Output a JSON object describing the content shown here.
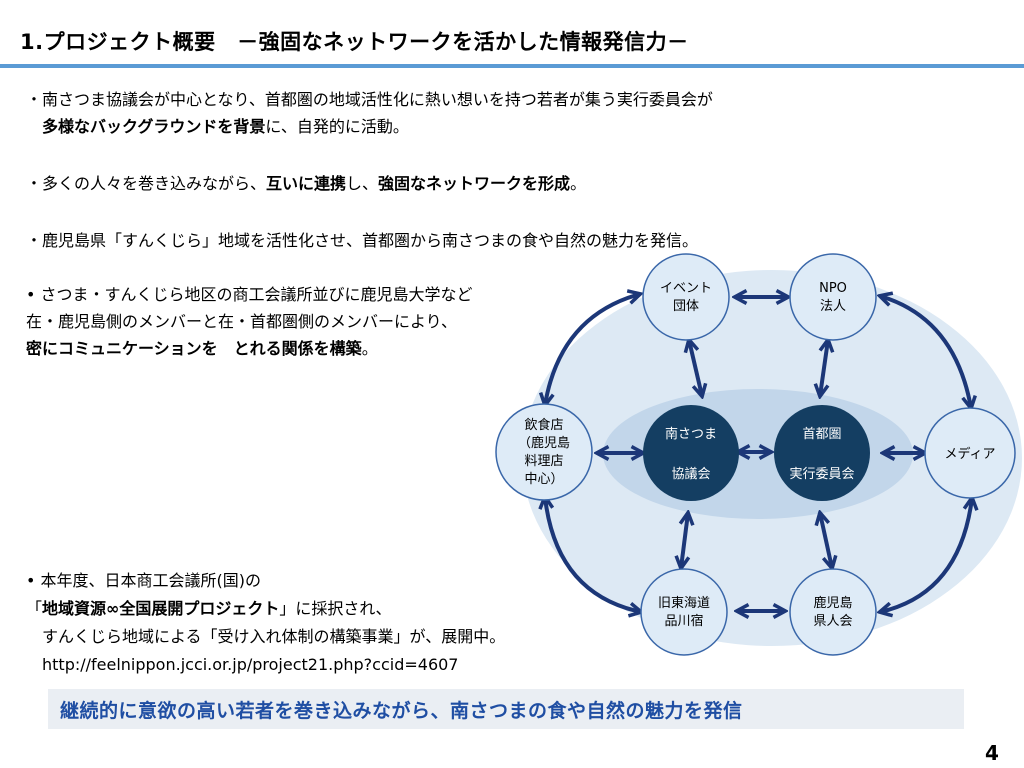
{
  "title": "1.プロジェクト概要　－強固なネットワークを活かした情報発信力－",
  "bullets": {
    "b1": {
      "line1": "・南さつま協議会が中心となり、首都圏の地域活性化に熱い想いを持つ若者が集う実行委員会が",
      "line2_bold": "多様なバックグラウンドを背景",
      "line2_rest": "に、自発的に活動。"
    },
    "b2": {
      "pre": "・多くの人々を巻き込みながら、",
      "bold1": "互いに連携",
      "mid": "し、",
      "bold2": "強固なネットワークを形成",
      "post": "。"
    },
    "b3": "・鹿児島県「すんくじら」地域を活性化させ、首都圏から南さつまの食や自然の魅力を発信。",
    "b4": {
      "line1": "•  さつま・すんくじら地区の商工会議所並びに鹿児島大学など",
      "line2": "在・鹿児島側のメンバーと在・首都圏側のメンバーにより、",
      "line3_bold": "密にコミュニケーションを　とれる関係を構築",
      "line3_rest": "。"
    },
    "b5": {
      "line1": "•  本年度、日本商工会議所(国)の",
      "line2_pre": "「",
      "line2_bold": "地域資源∞全国展開プロジェクト",
      "line2_rest": "」に採択され、",
      "line3": "すんくじら地域による「受け入れ体制の構築事業」が、展開中。",
      "url": "http://feelnippon.jcci.or.jp/project21.php?ccid=4607"
    }
  },
  "diagram": {
    "event": [
      "イベント",
      "団体"
    ],
    "npo": [
      "NPO",
      "法人"
    ],
    "restaurant": [
      "飲食店",
      "（鹿児島",
      "料理店",
      "中心）"
    ],
    "media": "メディア",
    "minamisatsuma": [
      "南さつま",
      "協議会"
    ],
    "shutoken": [
      "首都圏",
      "実行委員会"
    ],
    "kyutokaido": [
      "旧東海道",
      "品川宿"
    ],
    "kenjinkai": [
      "鹿児島",
      "県人会"
    ]
  },
  "banner": "継続的に意欲の高い若者を巻き込みながら、南さつまの食や自然の魅力を発信",
  "page_number": "4",
  "colors": {
    "accent_rule": "#5b9bd5",
    "arrow": "#1c3778",
    "node_fill": "#deebf7",
    "node_border": "#3a67a9",
    "core_fill": "#143e62",
    "banner_bg": "#eaeef3",
    "banner_text": "#1f4ea3"
  }
}
